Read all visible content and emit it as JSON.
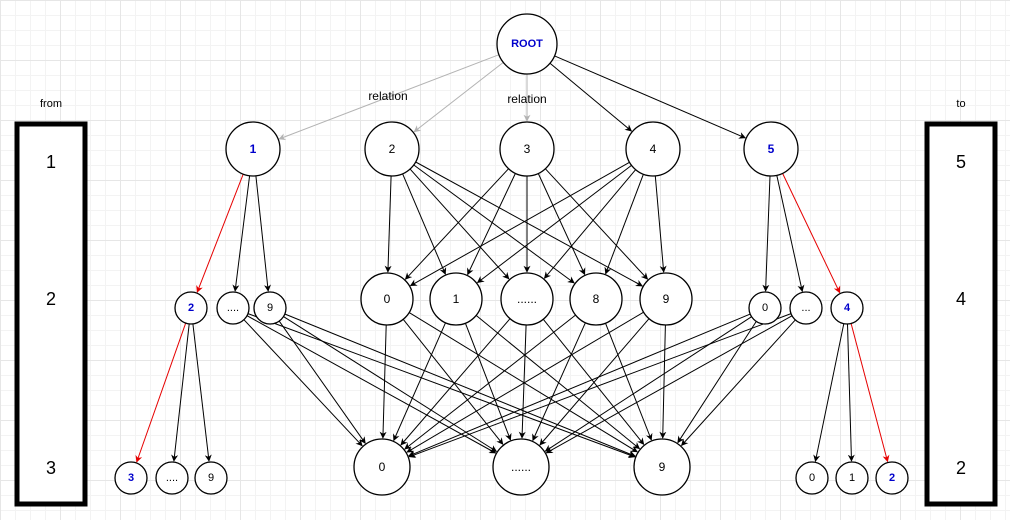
{
  "colors": {
    "highlight_text": "#0000cc",
    "highlight_edge": "#e60000",
    "relation_edge": "#b3b3b3",
    "edge": "#000000"
  },
  "labels": {
    "from": "from",
    "to": "to",
    "relation_left": "relation",
    "relation_mid": "relation"
  },
  "from_levels": [
    "1",
    "2",
    "3"
  ],
  "to_levels": [
    "5",
    "4",
    "2"
  ],
  "nodes": {
    "root": {
      "text": "ROOT",
      "highlight": true
    },
    "l1_1": {
      "text": "1",
      "highlight": true
    },
    "l1_2": {
      "text": "2",
      "highlight": false
    },
    "l1_3": {
      "text": "3",
      "highlight": false
    },
    "l1_4": {
      "text": "4",
      "highlight": false
    },
    "l1_5": {
      "text": "5",
      "highlight": true
    },
    "a2_2": {
      "text": "2",
      "highlight": true
    },
    "a2_dots": {
      "text": "....",
      "highlight": false
    },
    "a2_9": {
      "text": "9",
      "highlight": false
    },
    "m2_0": {
      "text": "0",
      "highlight": false
    },
    "m2_1": {
      "text": "1",
      "highlight": false
    },
    "m2_dots": {
      "text": "......",
      "highlight": false
    },
    "m2_8": {
      "text": "8",
      "highlight": false
    },
    "m2_9": {
      "text": "9",
      "highlight": false
    },
    "r2_0": {
      "text": "0",
      "highlight": false
    },
    "r2_dots": {
      "text": "...",
      "highlight": false
    },
    "r2_4": {
      "text": "4",
      "highlight": true
    },
    "a3_3": {
      "text": "3",
      "highlight": true
    },
    "a3_dots": {
      "text": "....",
      "highlight": false
    },
    "a3_9": {
      "text": "9",
      "highlight": false
    },
    "m3_0": {
      "text": "0",
      "highlight": false
    },
    "m3_dots": {
      "text": "......",
      "highlight": false
    },
    "m3_9": {
      "text": "9",
      "highlight": false
    },
    "r3_0": {
      "text": "0",
      "highlight": false
    },
    "r3_1": {
      "text": "1",
      "highlight": false
    },
    "r3_2": {
      "text": "2",
      "highlight": true
    }
  },
  "edges": [
    {
      "from": "root",
      "to": "l1_1",
      "style": "relation"
    },
    {
      "from": "root",
      "to": "l1_2",
      "style": "relation"
    },
    {
      "from": "root",
      "to": "l1_3",
      "style": "relation"
    },
    {
      "from": "root",
      "to": "l1_4",
      "style": "normal"
    },
    {
      "from": "root",
      "to": "l1_5",
      "style": "normal"
    },
    {
      "from": "l1_1",
      "to": "a2_2",
      "style": "highlight"
    },
    {
      "from": "l1_1",
      "to": "a2_dots",
      "style": "normal"
    },
    {
      "from": "l1_1",
      "to": "a2_9",
      "style": "normal"
    },
    {
      "from": "l1_5",
      "to": "r2_0",
      "style": "normal"
    },
    {
      "from": "l1_5",
      "to": "r2_dots",
      "style": "normal"
    },
    {
      "from": "l1_5",
      "to": "r2_4",
      "style": "highlight"
    },
    {
      "from": "a2_2",
      "to": "a3_3",
      "style": "highlight"
    },
    {
      "from": "a2_2",
      "to": "a3_dots",
      "style": "normal"
    },
    {
      "from": "a2_2",
      "to": "a3_9",
      "style": "normal"
    },
    {
      "from": "r2_4",
      "to": "r3_0",
      "style": "normal"
    },
    {
      "from": "r2_4",
      "to": "r3_1",
      "style": "normal"
    },
    {
      "from": "r2_4",
      "to": "r3_2",
      "style": "highlight"
    }
  ],
  "mesh_groups": [
    {
      "sources": [
        "l1_2",
        "l1_3",
        "l1_4"
      ],
      "targets": [
        "m2_0",
        "m2_1",
        "m2_dots",
        "m2_8",
        "m2_9"
      ]
    },
    {
      "sources": [
        "a2_dots",
        "a2_9",
        "m2_0",
        "m2_1",
        "m2_dots",
        "m2_8",
        "m2_9",
        "r2_0",
        "r2_dots"
      ],
      "targets": [
        "m3_0",
        "m3_dots",
        "m3_9"
      ]
    }
  ]
}
